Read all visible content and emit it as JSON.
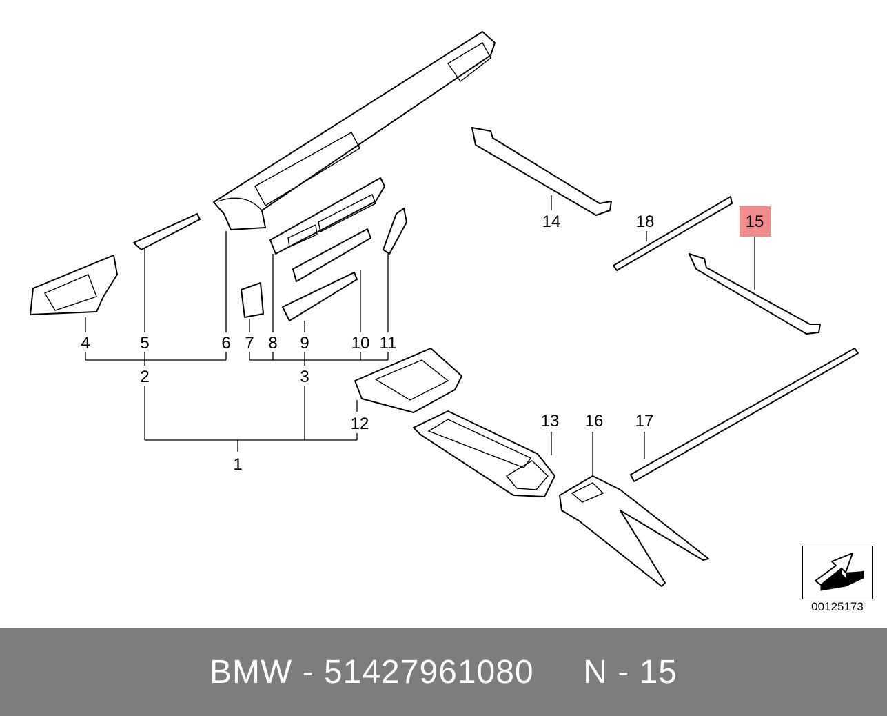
{
  "diagram": {
    "labels": [
      {
        "id": "1",
        "text": "1"
      },
      {
        "id": "2",
        "text": "2"
      },
      {
        "id": "3",
        "text": "3"
      },
      {
        "id": "4",
        "text": "4"
      },
      {
        "id": "5",
        "text": "5"
      },
      {
        "id": "6",
        "text": "6"
      },
      {
        "id": "7",
        "text": "7"
      },
      {
        "id": "8",
        "text": "8"
      },
      {
        "id": "9",
        "text": "9"
      },
      {
        "id": "10",
        "text": "10"
      },
      {
        "id": "11",
        "text": "11"
      },
      {
        "id": "12",
        "text": "12"
      },
      {
        "id": "13",
        "text": "13"
      },
      {
        "id": "14",
        "text": "14"
      },
      {
        "id": "15",
        "text": "15",
        "highlighted": true
      },
      {
        "id": "16",
        "text": "16"
      },
      {
        "id": "17",
        "text": "17"
      },
      {
        "id": "18",
        "text": "18"
      }
    ],
    "highlight_color": "#f28b8b",
    "reference_number": "00125173",
    "orientation_icon": "front-direction-arrow-icon"
  },
  "footer": {
    "text": "BMW - 51427961080     N - 15",
    "background": "#7d7d7d",
    "text_color": "#ffffff"
  }
}
